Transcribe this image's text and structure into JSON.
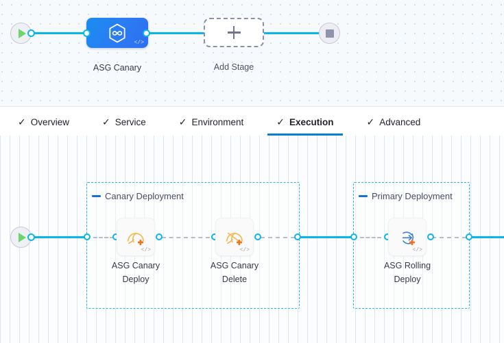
{
  "stage_canvas": {
    "start_node": {
      "icon": "play-icon",
      "label": "Start"
    },
    "end_node": {
      "icon": "stop-icon",
      "label": "End"
    },
    "stage": {
      "name": "ASG Canary",
      "icon": "harness-hexagon-infinity-icon",
      "code_glyph": "</>",
      "color": "#2b7bf3",
      "selected": true
    },
    "add_stage": {
      "label": "Add Stage",
      "icon": "plus-icon"
    }
  },
  "tabs": {
    "check_glyph": "✓",
    "active_index": 3,
    "active_underline_color": "#0b7fd4",
    "items": [
      {
        "label": "Overview",
        "checked": true,
        "active": false
      },
      {
        "label": "Service",
        "checked": true,
        "active": false
      },
      {
        "label": "Environment",
        "checked": true,
        "active": false
      },
      {
        "label": "Execution",
        "checked": true,
        "active": true
      },
      {
        "label": "Advanced",
        "checked": true,
        "active": false
      }
    ]
  },
  "execution_canvas": {
    "start_node": {
      "icon": "play-icon"
    },
    "groups": [
      {
        "label": "Canary Deployment",
        "collapse_glyph": "—",
        "steps": [
          {
            "name_line1": "ASG Canary",
            "name_line2": "Deploy",
            "icon": "asg-canary-deploy-icon",
            "icon_color": "#f3b340",
            "code_glyph": "</>"
          },
          {
            "name_line1": "ASG Canary",
            "name_line2": "Delete",
            "icon": "asg-canary-delete-icon",
            "icon_color": "#f3b340",
            "code_glyph": "</>"
          }
        ]
      },
      {
        "label": "Primary Deployment",
        "collapse_glyph": "—",
        "steps": [
          {
            "name_line1": "ASG Rolling",
            "name_line2": "Deploy",
            "icon": "asg-rolling-deploy-icon",
            "icon_color": "#3c7fd0",
            "code_glyph": "</>"
          }
        ]
      }
    ]
  },
  "colors": {
    "wire": "#0ab5ea",
    "group_border": "#2ab3ef",
    "accent": "#0b7fd4",
    "orange": "#f2711c"
  }
}
